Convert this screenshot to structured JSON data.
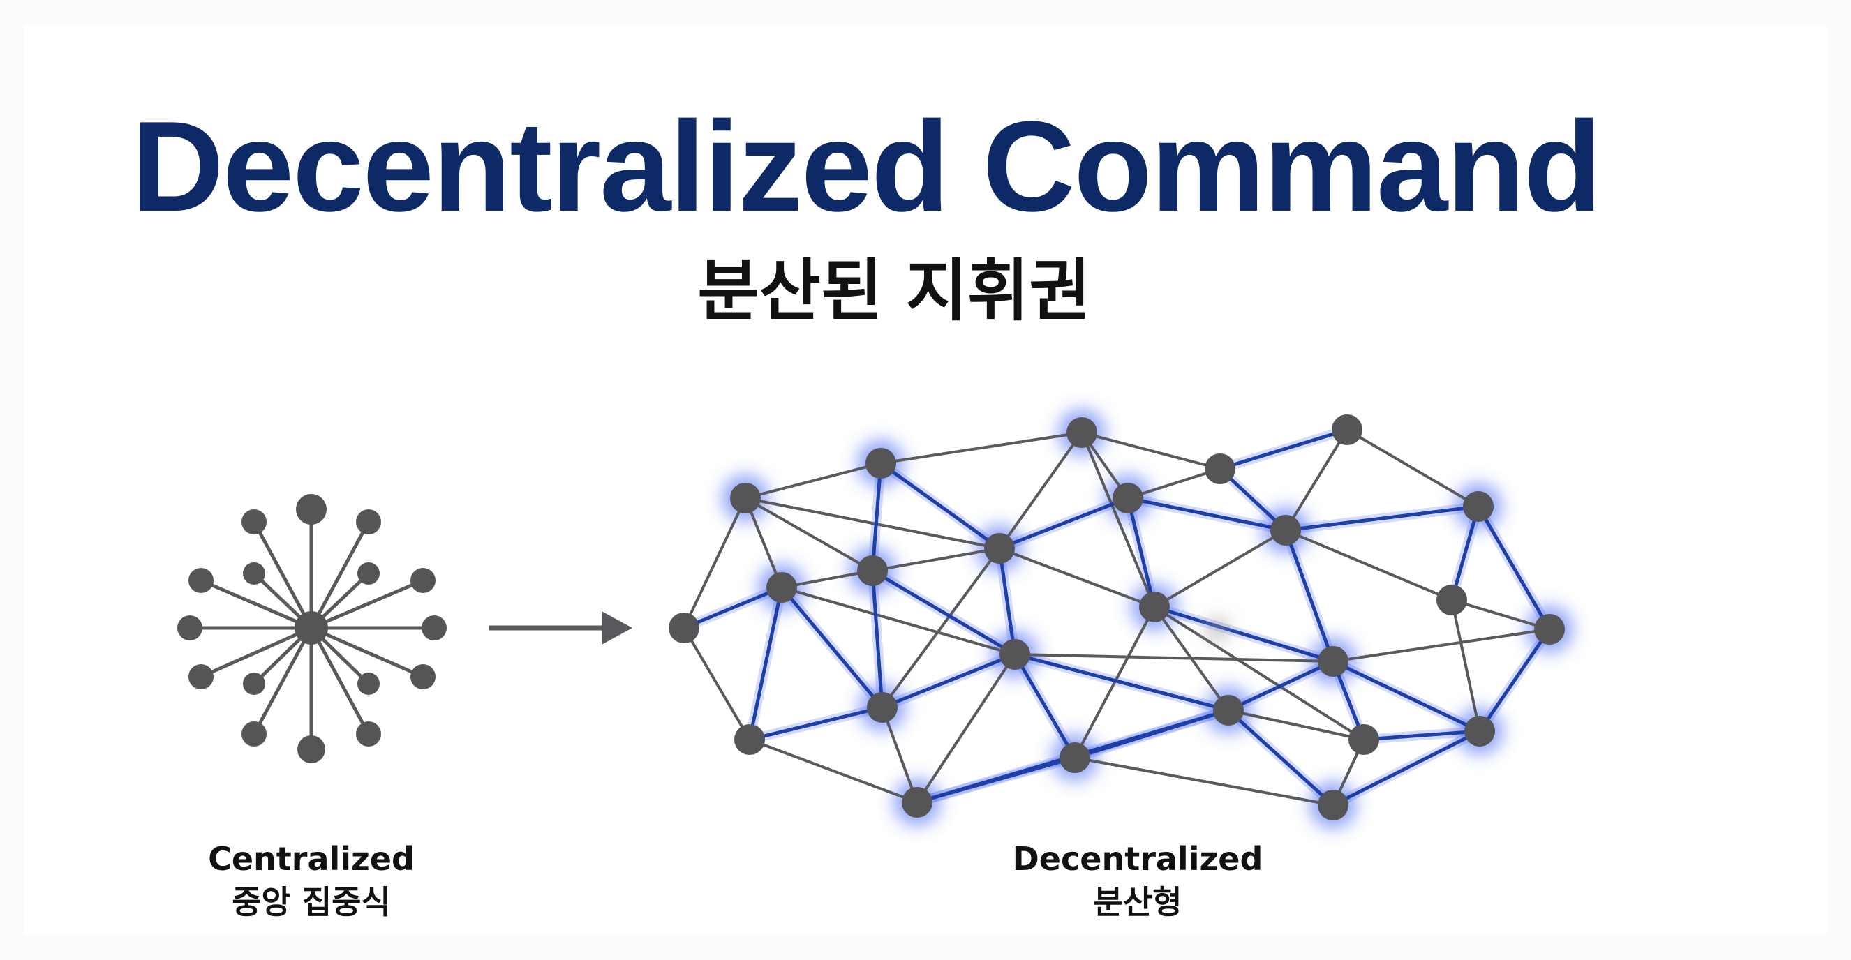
{
  "title": "Decentralized Command",
  "subtitle": "분산된 지휘권",
  "centralized": {
    "label_en": "Centralized",
    "label_ko": "중앙 집중식"
  },
  "decentralized": {
    "label_en": "Decentralized",
    "label_ko": "분산형"
  },
  "colors": {
    "title": "#0d2a66",
    "node": "#555558",
    "edge": "#5a5a5e",
    "highlight_edge": "#1f3fa8",
    "glow": "#3a5cf0"
  },
  "icons": {
    "arrow": "right-arrow-icon"
  }
}
